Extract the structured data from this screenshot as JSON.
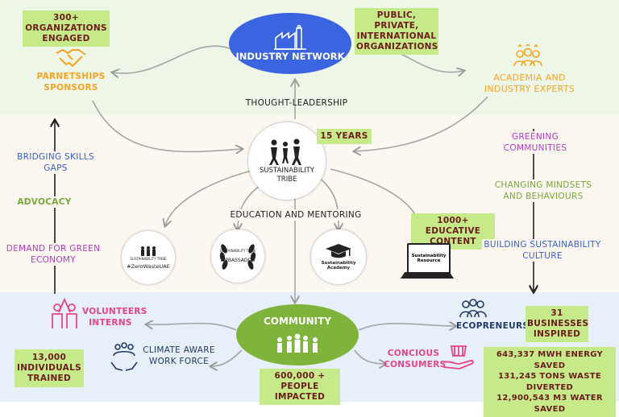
{
  "top": {
    "organizations_engaged": "300+ ORGANIZATIONS ENGAGED",
    "public_private": "PUBLIC, PRIVATE, INTERNATIONAL ORGANIZATIONS",
    "industry_network": "INDUSTRY NETWORK",
    "partnerships_sponsors": "PARNETSHIPS SPONSORS",
    "academia_experts": "ACADEMIA AND INDUSTRY EXPERTS",
    "thought_leadership": "THOUGHT-LEADERSHIP"
  },
  "middle": {
    "center_title": "SUSTAINABILITY TRIBE",
    "years": "15 YEARS",
    "bridging_skills_gaps": "BRIDGING SKILLS GAPS",
    "advocacy": "ADVOCACY",
    "demand_green_economy": "DEMAND FOR GREEN ECONOMY",
    "education_mentoring": "EDUCATION AND MENTORING",
    "educative_content": "1000+ EDUCATIVE CONTENT",
    "greening_communities": "GREENING COMMUNITIES",
    "changing_mindsets": "CHANGING MINDSETS AND BEHAVIOURS",
    "building_culture": "BUILDING SUSTAINABILITY CULTURE",
    "programs": {
      "zerowaste": "#ZeroWasteUAE",
      "ambassador": "AMBASSADOR",
      "academy": "Sustainability Academy",
      "resource": "Sustainability Resource",
      "program_tribe": "SUSTAINABILITY TRIBE"
    }
  },
  "bottom": {
    "volunteers_interns": "VOLUNTEERS INTERNS",
    "community": "COMMUNITY",
    "ecopreneurs": "ECOPRENEURS",
    "businesses_inspired": "31 BUSINESSES INSPIRED",
    "individuals_trained": "13,000 INDIVIDUALS TRAINED",
    "climate_aware": "CLIMATE AWARE WORK FORCE",
    "people_impacted": "600,000 + PEOPLE IMPACTED",
    "concious_consumers": "CONCIOUS CONSUMERS",
    "energy_saved": "643,337 MWH ENERGY SAVED",
    "waste_diverted": "131,245 TONS WASTE DIVERTED",
    "water_saved": "12,900,543 M3 WATER SAVED"
  },
  "colors": {
    "industry_hub": "#3b64e0",
    "community_hub": "#7fb33b",
    "highlight": "#c6ea8a",
    "highlight_text": "#6b1c1c"
  }
}
